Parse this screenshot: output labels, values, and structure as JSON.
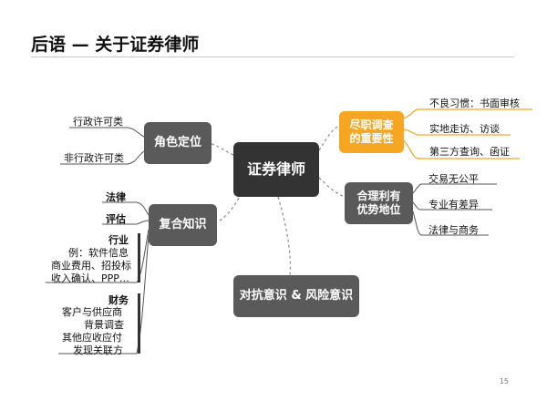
{
  "title": "后语 — 关于证券律师",
  "center": "证券律师",
  "role": {
    "label": "角色定位",
    "items": [
      "行政许可类",
      "非行政许可类"
    ]
  },
  "knowledge": {
    "label": "复合知识",
    "law": "法律",
    "valuation": "评估",
    "industry": {
      "heading": "行业",
      "lines": [
        "例：软件信息",
        "商业费用、招投标",
        "收入确认、PPP…"
      ]
    },
    "finance": {
      "heading": "财务",
      "lines": [
        "客户与供应商",
        "背景调查",
        "其他应收应付",
        "发现关联方"
      ]
    }
  },
  "adversarial": "对抗意识 & 风险意识",
  "diligence": {
    "label": "尽职调查的重要性",
    "items": [
      "不良习惯：书面审核",
      "实地走访、访谈",
      "第三方查询、函证"
    ]
  },
  "advantage": {
    "label": "合理利有优势地位",
    "items": [
      "交易无公平",
      "专业有差异",
      "法律与商务"
    ]
  },
  "page_number": "15",
  "colors": {
    "orange": "#f5a623",
    "gray": "#5a5a5a",
    "dark": "#333333"
  }
}
